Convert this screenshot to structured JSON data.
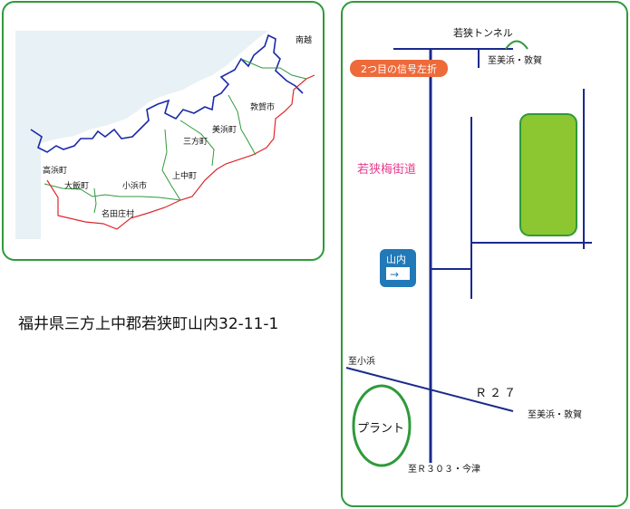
{
  "region_map": {
    "labels": {
      "nanetsu": "南越",
      "tsuruga": "敦賀市",
      "mihama": "美浜町",
      "mikata": "三方町",
      "kaminaka": "上中町",
      "obama": "小浜市",
      "takahama": "高浜町",
      "oi": "大飯町",
      "natashou": "名田庄村"
    }
  },
  "address": "福井県三方上中郡若狭町山内32-11-1",
  "route_map": {
    "tunnel": "若狭トンネル",
    "to_mihama_tsuruga_top": "至美浜・敦賀",
    "second_signal": "2つ目の信号左折",
    "road_name": "若狭梅街道",
    "yamauchi_sign": "山内",
    "yamauchi_arrow": "→",
    "to_obama": "至小浜",
    "route27": "Ｒ２７",
    "to_mihama_tsuruga_bottom": "至美浜・敦賀",
    "plant": "プラント",
    "to_r303": "至Ｒ３０３・今津"
  },
  "colors": {
    "green_border": "#2f9a3a",
    "sea": "#e8f1f5",
    "coast": "#1a2aa8",
    "prefecture_border": "#e0262b",
    "town_border": "#2f9a3a",
    "road": "#1a2a8c",
    "signal_badge": "#ee6a3a",
    "road_name_color": "#e63d8e",
    "site_fill": "#8cc630",
    "sign_blue": "#2279b8"
  }
}
